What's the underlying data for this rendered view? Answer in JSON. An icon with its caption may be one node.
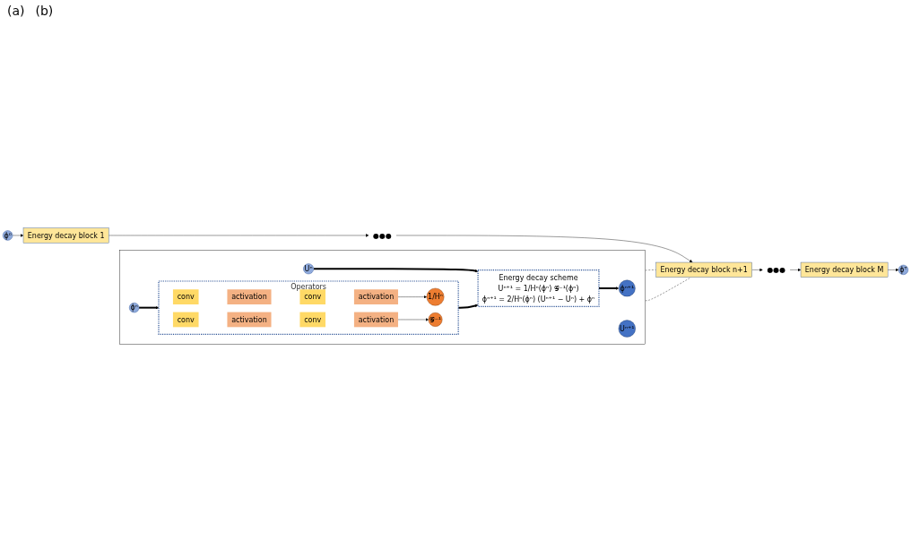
{
  "diagram": {
    "nodes": [
      {
        "text": [
          "ϕ⁰"
        ]
      },
      {
        "text": [
          "Energy decay block 1"
        ]
      },
      {
        "text": [
          "●●●"
        ]
      },
      {
        "text": [
          "Energy decay block n+1"
        ]
      },
      {
        "text": [
          "●●●"
        ]
      },
      {
        "text": [
          "Energy decay block M"
        ]
      },
      {
        "text": [
          "ϕᵀ"
        ]
      },
      {
        "text": [],
        "shape": "box"
      },
      {
        "text": [
          "ϕⁿ"
        ],
        "in": 7
      },
      {
        "text": [
          "Uⁿ"
        ],
        "in": 7
      },
      {
        "text": [
          "Operators"
        ],
        "in": 7
      },
      {
        "text": [
          "conv"
        ],
        "in": 10
      },
      {
        "text": [
          "activation"
        ],
        "in": 10
      },
      {
        "text": [
          "conv"
        ],
        "in": 10
      },
      {
        "text": [
          "activation"
        ],
        "in": 10
      },
      {
        "text": [
          "1/Hⁿ"
        ],
        "in": 10
      },
      {
        "text": [
          "conv"
        ],
        "in": 10
      },
      {
        "text": [
          "activation"
        ],
        "in": 10
      },
      {
        "text": [
          "conv"
        ],
        "in": 10
      },
      {
        "text": [
          "activation"
        ],
        "in": 10
      },
      {
        "text": [
          "𝒢⁻¹"
        ],
        "in": 10
      },
      {
        "text": [
          "Energy decay scheme",
          "Uⁿ⁺¹ = 1/Hⁿ(ϕⁿ) 𝒢⁻¹(ϕⁿ)",
          "ϕⁿ⁺¹ = 2/Hⁿ(ϕⁿ) (Uⁿ⁺¹ − Uⁿ) + ϕⁿ"
        ],
        "in": 7
      },
      {
        "text": [
          "ϕⁿ⁺¹"
        ],
        "in": 7
      },
      {
        "text": [
          "Uⁿ⁺¹"
        ],
        "in": 7
      }
    ],
    "edges": [
      {
        "from": 0,
        "to": 1,
        "arrow": "to"
      },
      {
        "from": 1,
        "to": 2,
        "arrow": "to"
      },
      {
        "from": 2,
        "to": 3,
        "arrow": "to"
      },
      {
        "from": 3,
        "to": 4,
        "arrow": "to"
      },
      {
        "from": 4,
        "to": 5,
        "arrow": "to"
      },
      {
        "from": 5,
        "to": 6,
        "arrow": "to"
      },
      {
        "from": 3,
        "to": 7,
        "arrow": "none",
        "style": "dashed"
      },
      {
        "from": 3,
        "to": 7,
        "arrow": "none",
        "style": "dashed"
      },
      {
        "from": 8,
        "to": 10,
        "arrow": "to",
        "style": "thick"
      },
      {
        "from": 14,
        "to": 15,
        "arrow": "to"
      },
      {
        "from": 19,
        "to": 20,
        "arrow": "to"
      },
      {
        "from": 10,
        "to": 21,
        "arrow": "to",
        "style": "thick"
      },
      {
        "from": 9,
        "to": 21,
        "arrow": "to",
        "style": "thick"
      },
      {
        "from": 21,
        "to": 22,
        "arrow": "to",
        "style": "thick"
      }
    ],
    "labels": [
      "(a)",
      "(b)"
    ]
  }
}
